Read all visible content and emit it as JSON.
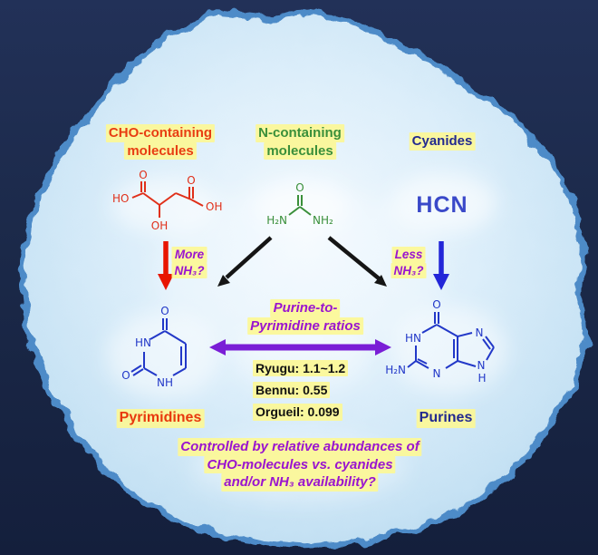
{
  "colors": {
    "background": "#1b2949",
    "blob_fill": "#d6eaf8",
    "blob_border": "#4e8bc8",
    "highlight": "#fcf796",
    "cho_red": "#e83d12",
    "green": "#3a8f3a",
    "navy": "#232a8f",
    "purple": "#9a15cf",
    "structure_blue": "#2238c8",
    "red_arrow": "#e81500",
    "blue_arrow": "#2326d8",
    "purple_arrow": "#7a1ed6"
  },
  "headers": {
    "cho": {
      "line1": "CHO-containing",
      "line2": "molecules"
    },
    "nitrogen": {
      "line1": "N-containing",
      "line2": "molecules"
    },
    "cyanides": "Cyanides"
  },
  "molecules": {
    "hcn": "HCN",
    "malic_acid": {
      "ho": "HO",
      "o_left": "O",
      "oh_bottom": "OH",
      "o_top": "O",
      "oh_right": "OH"
    },
    "urea": {
      "o": "O",
      "h2n": "H₂N",
      "nh2": "NH₂"
    },
    "uracil": {
      "o_top": "O",
      "hn": "HN",
      "o_left": "O",
      "nh": "NH"
    },
    "guanine": {
      "o_top": "O",
      "hn": "HN",
      "h2n": "H₂N",
      "n_bottom": "N",
      "n_topright": "N",
      "n_bottomright": "N",
      "h": "H"
    }
  },
  "annotations": {
    "more_nh3": {
      "line1": "More",
      "line2": "NH₃?"
    },
    "less_nh3": {
      "line1": "Less",
      "line2": "NH₃?"
    }
  },
  "ratios": {
    "title_line1": "Purine-to-",
    "title_line2": "Pyrimidine ratios",
    "entries": [
      "Ryugu: 1.1~1.2",
      "Bennu: 0.55",
      "Orgueil: 0.099"
    ]
  },
  "products": {
    "pyrimidines": "Pyrimidines",
    "purines": "Purines"
  },
  "footer": {
    "line1": "Controlled by relative abundances of",
    "line2": "CHO-molecules vs. cyanides",
    "line3": "and/or NH₃ availability?"
  }
}
